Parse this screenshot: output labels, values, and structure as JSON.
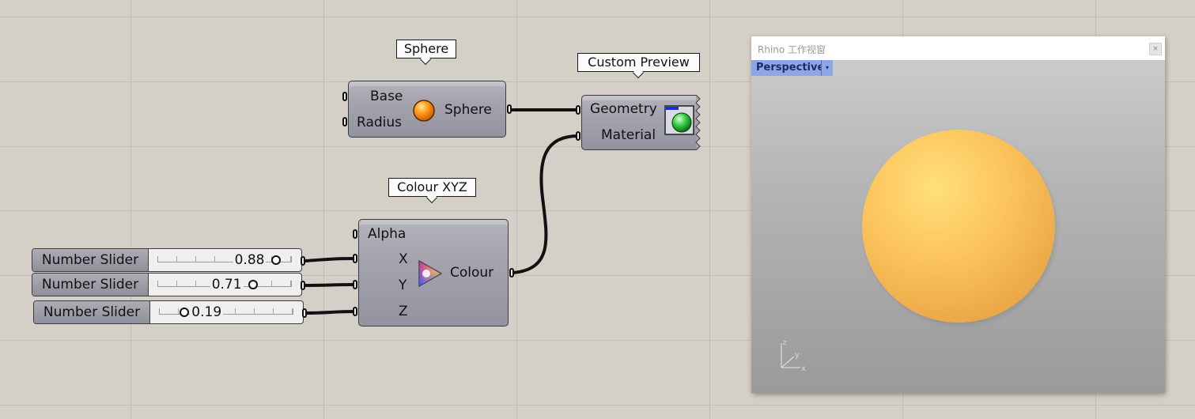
{
  "components": {
    "sphere": {
      "tag": "Sphere",
      "inputs": [
        "Base",
        "Radius"
      ],
      "output": "Sphere",
      "icon": "orange-sphere-icon"
    },
    "custom_preview": {
      "tag": "Custom Preview",
      "inputs": [
        "Geometry",
        "Material"
      ],
      "icon": "preview-green-sphere-icon"
    },
    "colour_xyz": {
      "tag": "Colour XYZ",
      "inputs": [
        "Alpha",
        "X",
        "Y",
        "Z"
      ],
      "output": "Colour",
      "icon": "colour-triangle-icon"
    }
  },
  "sliders": [
    {
      "label": "Number Slider",
      "value": "0.88",
      "fraction": 0.88
    },
    {
      "label": "Number Slider",
      "value": "0.71",
      "fraction": 0.71
    },
    {
      "label": "Number Slider",
      "value": "0.19",
      "fraction": 0.19
    }
  ],
  "viewport": {
    "title": "Rhino 工作视窗",
    "close": "×",
    "dropdown": "▾",
    "name": "Perspective",
    "axes": {
      "x": "x",
      "y": "y",
      "z": "z"
    },
    "sphere_color": "#fcc45c"
  },
  "colors": {
    "canvas": "#d4d0c8",
    "grid_line": "#c2beb6",
    "wire": "#111111",
    "viewport_label_bg": "#8fa6e6"
  }
}
